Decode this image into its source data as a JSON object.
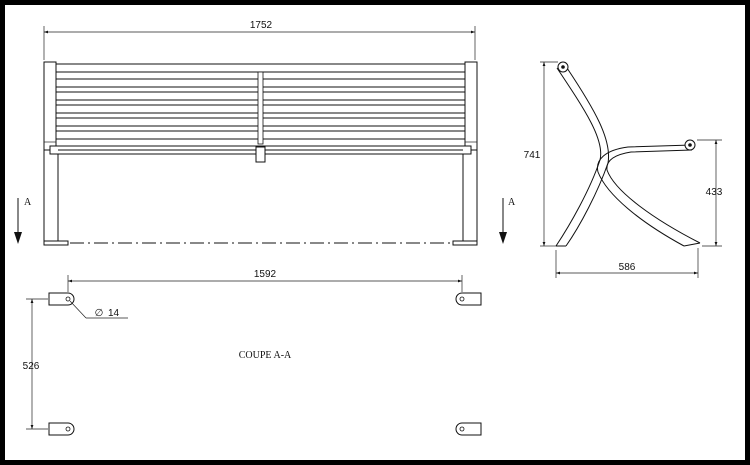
{
  "drawing": {
    "front_view": {
      "overall_length": "1752",
      "section_marker_left": "A",
      "section_marker_right": "A"
    },
    "side_view": {
      "height": "741",
      "seat_height": "433",
      "depth": "586"
    },
    "section_view": {
      "title": "COUPE A-A",
      "foot_spacing": "1592",
      "foot_depth": "526",
      "hole_diameter_symbol": "∅",
      "hole_diameter": "14"
    }
  }
}
